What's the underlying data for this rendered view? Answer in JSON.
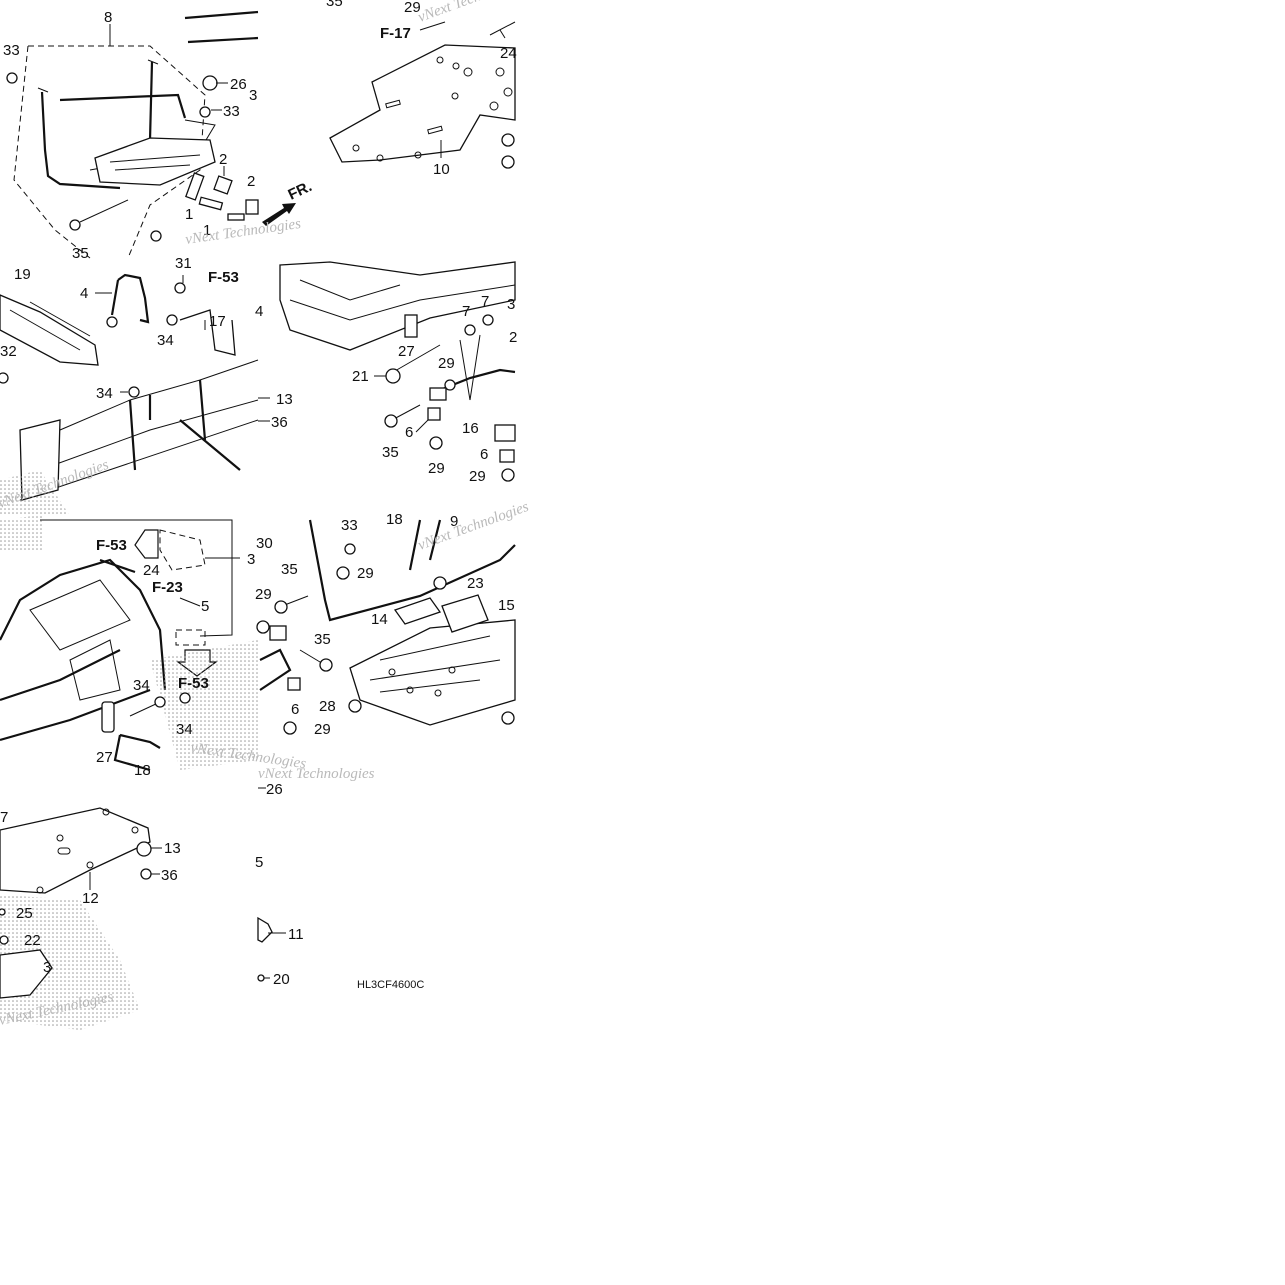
{
  "diagram": {
    "code": "HL3CF4600C",
    "watermark_text": "vNext Technologies",
    "front_label": "FR."
  },
  "tiles": [
    {
      "id": "upper-frame-rear",
      "labels": [
        "8",
        "33",
        "26",
        "33",
        "2",
        "2",
        "1",
        "1",
        "35",
        "3"
      ],
      "refs": []
    },
    {
      "id": "rear-skid-plate",
      "labels": [
        "29",
        "35",
        "24",
        "10"
      ],
      "refs": [
        "F-17"
      ]
    },
    {
      "id": "cargo-rack-frame",
      "labels": [
        "19",
        "4",
        "31",
        "17",
        "34",
        "32",
        "34",
        "13",
        "36",
        "4"
      ],
      "refs": [
        "F-53"
      ]
    },
    {
      "id": "side-frame-mounts",
      "labels": [
        "27",
        "7",
        "7",
        "3",
        "2",
        "29",
        "21",
        "6",
        "16",
        "35",
        "29",
        "6",
        "29"
      ],
      "refs": []
    },
    {
      "id": "main-frame",
      "labels": [
        "24",
        "5",
        "3",
        "34",
        "34",
        "27",
        "18",
        "30"
      ],
      "refs": [
        "F-53",
        "F-23",
        "F-53"
      ]
    },
    {
      "id": "front-skid-plate",
      "labels": [
        "18",
        "9",
        "33",
        "35",
        "29",
        "23",
        "29",
        "15",
        "14",
        "35",
        "6",
        "28",
        "29"
      ],
      "refs": []
    },
    {
      "id": "center-skid-plate",
      "labels": [
        "7",
        "13",
        "36",
        "12",
        "25",
        "22",
        "3"
      ],
      "refs": []
    },
    {
      "id": "small-parts",
      "labels": [
        "26",
        "5",
        "11",
        "20"
      ],
      "refs": []
    }
  ]
}
